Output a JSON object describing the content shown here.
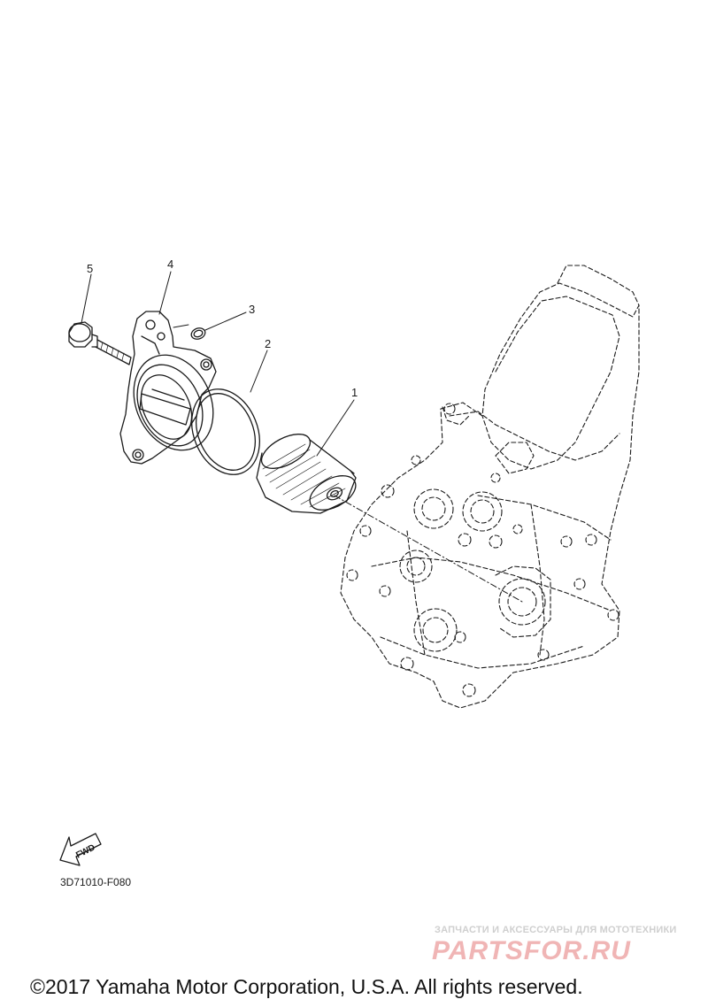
{
  "callouts": [
    {
      "number": "1",
      "part": "oil-filter-element"
    },
    {
      "number": "2",
      "part": "o-ring-large"
    },
    {
      "number": "3",
      "part": "o-ring-small"
    },
    {
      "number": "4",
      "part": "filter-cover"
    },
    {
      "number": "5",
      "part": "bolt"
    }
  ],
  "fwd_label": "FWD",
  "diagram_code": "3D71010-F080",
  "watermark": {
    "tagline": "ЗАПЧАСТИ И АКСЕССУАРЫ ДЛЯ МОТОТЕХНИКИ",
    "logo": "PARTSFOR.RU"
  },
  "copyright": "©2017 Yamaha Motor Corporation, U.S.A. All rights reserved.",
  "colors": {
    "line": "#1a1a1a",
    "watermark_logo": "#f0b5b5",
    "watermark_text": "#cfcfcf"
  }
}
